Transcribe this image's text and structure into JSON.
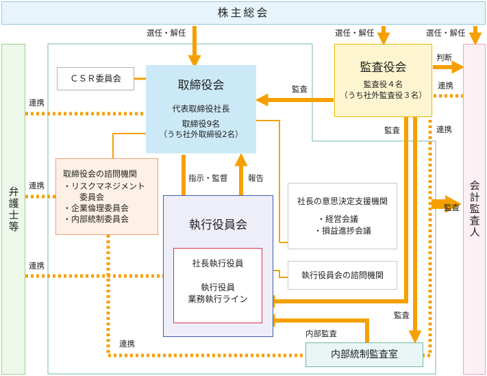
{
  "shareholders": "株主総会",
  "board": {
    "title": "取締役会",
    "line1": "代表取締役社長",
    "line2": "取締役9名",
    "line3": "（うち社外取締役2名）"
  },
  "auditors": {
    "title": "監査役会",
    "line1": "監査役４名",
    "line2": "（うち社外監査役３名）"
  },
  "csr": "ＣＳＲ委員会",
  "advisory": {
    "title": "取締役会の諮問機関",
    "item1a": "・リスクマネジメント",
    "item1b": "委員会",
    "item2": "・企業倫理委員会",
    "item3": "・内部統制委員会"
  },
  "exec_committee": "執行役員会",
  "president_exec": "社長執行役員",
  "exec_line": {
    "line1": "執行役員",
    "line2": "業務執行ライン"
  },
  "support": {
    "title": "社長の意思決定支援機関",
    "item1": "・経営会議",
    "item2": "・損益進捗会議"
  },
  "exec_advisory": "執行役員会の諮問機関",
  "internal_audit": "内部統制監査室",
  "lawyers": "弁護士等",
  "accounting_auditor": "会計監査人",
  "labels": {
    "elect1": "選任・解任",
    "elect2": "選任・解任",
    "elect3": "選任・解任",
    "judgment": "判断",
    "coop_auditor": "連携",
    "audit_board": "監査",
    "audit_auditor_exec": "監査",
    "coop_acct": "連携",
    "audit_acct": "監査",
    "coop_lawyer1": "連携",
    "coop_lawyer2": "連携",
    "coop_lawyer3": "連携",
    "instruct": "指示・監督",
    "report": "報告",
    "audit_lower": "監査",
    "internal_audit_lbl": "内部監査",
    "coop_bottom": "連携"
  },
  "colors": {
    "arrow": "#f5a000",
    "board_fill": "#cce9f8",
    "auditor_fill": "#fdf5cf",
    "auditor_border": "#e8b800",
    "exec_fill": "#eeeef8",
    "exec_border": "#3a5ca8",
    "red_border": "#d8304a",
    "advisory_fill": "#fdf0e6",
    "advisory_border": "#f0a070",
    "green_border": "#6fb89a",
    "pink_border": "#f0a0b8"
  }
}
